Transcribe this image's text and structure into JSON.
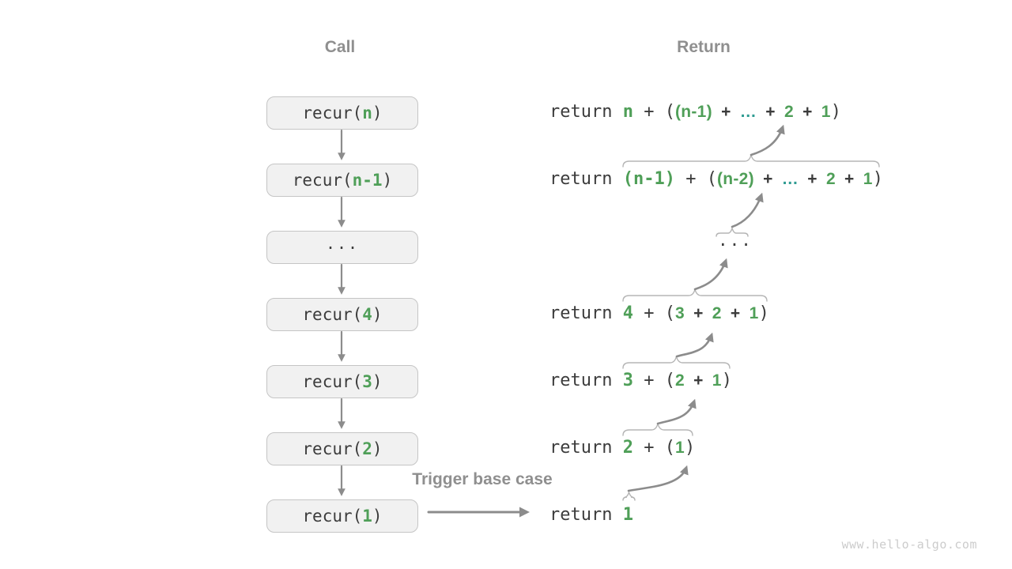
{
  "headers": {
    "call": "Call",
    "return": "Return"
  },
  "trigger_label": "Trigger base case",
  "watermark": "www.hello-algo.com",
  "colors": {
    "dark_text": "#3c3c3c",
    "green": "#4f9f58",
    "teal": "#2f9c92",
    "heading_gray": "#8f8f8f",
    "arrow_gray": "#8c8c8c",
    "brace_gray": "#b5b5b5",
    "box_background": "#f1f1f1",
    "box_border": "#c5c5c5",
    "watermark_gray": "#cccccc"
  },
  "call_boxes": [
    {
      "name": "recur-n",
      "segments": [
        {
          "t": "recur(",
          "s": "box"
        },
        {
          "t": "n",
          "s": "box-green"
        },
        {
          "t": ")",
          "s": "box"
        }
      ]
    },
    {
      "name": "recur-n-1",
      "segments": [
        {
          "t": "recur(",
          "s": "box"
        },
        {
          "t": "n-1",
          "s": "box-green"
        },
        {
          "t": ")",
          "s": "box"
        }
      ]
    },
    {
      "name": "ellipsis",
      "segments": [
        {
          "t": "...",
          "s": "box-ellipsis"
        }
      ]
    },
    {
      "name": "recur-4",
      "segments": [
        {
          "t": "recur(",
          "s": "box"
        },
        {
          "t": "4",
          "s": "box-green"
        },
        {
          "t": ")",
          "s": "box"
        }
      ]
    },
    {
      "name": "recur-3",
      "segments": [
        {
          "t": "recur(",
          "s": "box"
        },
        {
          "t": "3",
          "s": "box-green"
        },
        {
          "t": ")",
          "s": "box"
        }
      ]
    },
    {
      "name": "recur-2",
      "segments": [
        {
          "t": "recur(",
          "s": "box"
        },
        {
          "t": "2",
          "s": "box-green"
        },
        {
          "t": ")",
          "s": "box"
        }
      ]
    },
    {
      "name": "recur-1",
      "segments": [
        {
          "t": "recur(",
          "s": "box"
        },
        {
          "t": "1",
          "s": "box-green"
        },
        {
          "t": ")",
          "s": "box"
        }
      ]
    }
  ],
  "return_rows": [
    {
      "name": "return-n",
      "segments": [
        {
          "t": "return ",
          "s": "mono"
        },
        {
          "t": "n",
          "s": "mono-green"
        },
        {
          "t": " + (",
          "s": "mono"
        },
        {
          "t": "(n-1)",
          "s": "expr-green"
        },
        {
          "t": " + ",
          "s": "expr"
        },
        {
          "t": "…",
          "s": "expr-teal"
        },
        {
          "t": " + ",
          "s": "expr"
        },
        {
          "t": "2",
          "s": "expr-green"
        },
        {
          "t": " + ",
          "s": "expr"
        },
        {
          "t": "1",
          "s": "expr-green"
        },
        {
          "t": ")",
          "s": "mono"
        }
      ]
    },
    {
      "name": "return-n-1",
      "segments": [
        {
          "t": "return ",
          "s": "mono"
        },
        {
          "t": "(n-1)",
          "s": "mono-green"
        },
        {
          "t": " + (",
          "s": "mono"
        },
        {
          "t": "(n-2)",
          "s": "expr-green"
        },
        {
          "t": " + ",
          "s": "expr"
        },
        {
          "t": "…",
          "s": "expr-teal"
        },
        {
          "t": " + ",
          "s": "expr"
        },
        {
          "t": "2",
          "s": "expr-green"
        },
        {
          "t": " + ",
          "s": "expr"
        },
        {
          "t": "1",
          "s": "expr-green"
        },
        {
          "t": ")",
          "s": "mono"
        }
      ]
    },
    {
      "name": "return-ellipsis",
      "segments": [
        {
          "t": "...",
          "s": "mono-ellipsis"
        }
      ]
    },
    {
      "name": "return-4",
      "segments": [
        {
          "t": "return ",
          "s": "mono"
        },
        {
          "t": "4",
          "s": "mono-green"
        },
        {
          "t": " + (",
          "s": "mono"
        },
        {
          "t": "3",
          "s": "expr-green"
        },
        {
          "t": " + ",
          "s": "expr"
        },
        {
          "t": "2",
          "s": "expr-green"
        },
        {
          "t": " + ",
          "s": "expr"
        },
        {
          "t": "1",
          "s": "expr-green"
        },
        {
          "t": ")",
          "s": "mono"
        }
      ]
    },
    {
      "name": "return-3",
      "segments": [
        {
          "t": "return ",
          "s": "mono"
        },
        {
          "t": "3",
          "s": "mono-green"
        },
        {
          "t": " + (",
          "s": "mono"
        },
        {
          "t": "2",
          "s": "expr-green"
        },
        {
          "t": " + ",
          "s": "expr"
        },
        {
          "t": "1",
          "s": "expr-green"
        },
        {
          "t": ")",
          "s": "mono"
        }
      ]
    },
    {
      "name": "return-2",
      "segments": [
        {
          "t": "return ",
          "s": "mono"
        },
        {
          "t": "2",
          "s": "mono-green"
        },
        {
          "t": " + (",
          "s": "mono"
        },
        {
          "t": "1",
          "s": "expr-green"
        },
        {
          "t": ")",
          "s": "mono"
        }
      ]
    },
    {
      "name": "return-1",
      "segments": [
        {
          "t": "return ",
          "s": "mono"
        },
        {
          "t": "1",
          "s": "mono-green"
        }
      ]
    }
  ]
}
